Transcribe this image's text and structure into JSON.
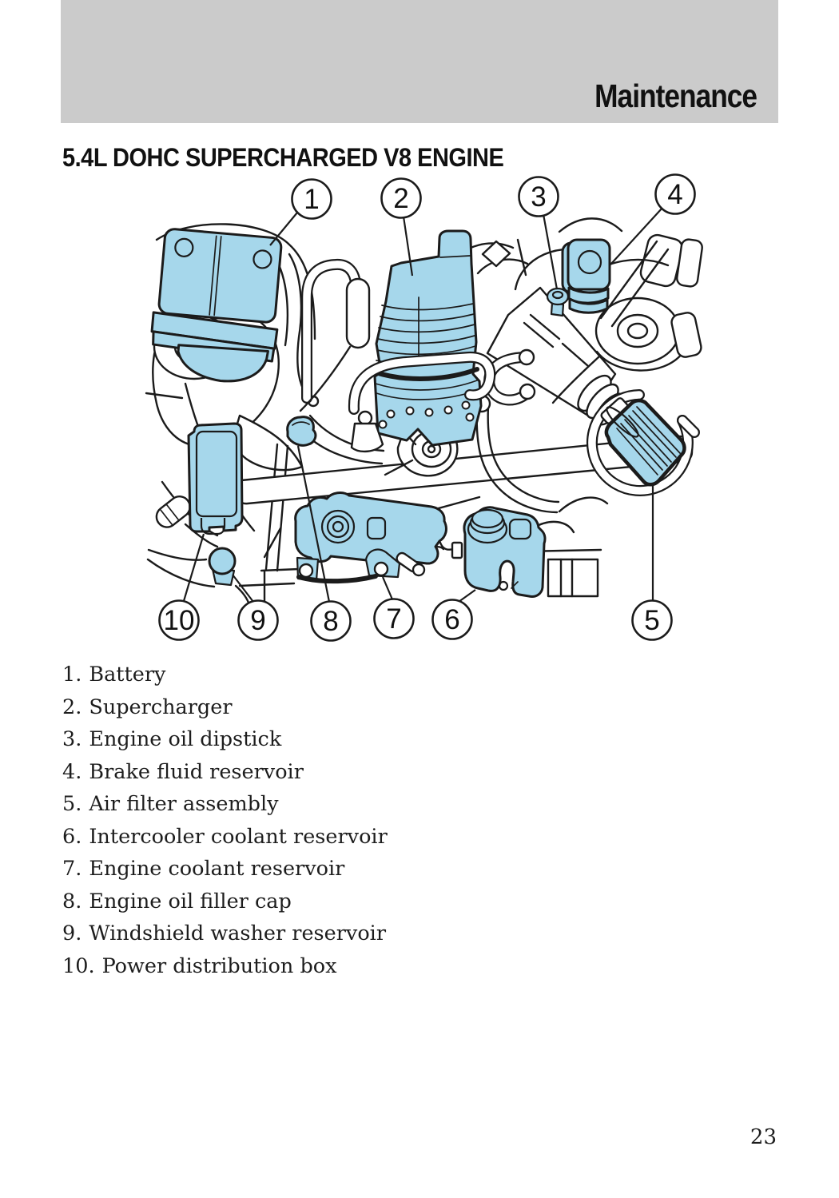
{
  "theme": {
    "highlight": "#a6d7eb",
    "line": "#1b1b1b",
    "band": "#cbcbcb",
    "ink": "#111111",
    "paper": "#ffffff"
  },
  "header": {
    "title": "Maintenance"
  },
  "section": {
    "heading": "5.4L DOHC SUPERCHARGED V8 ENGINE"
  },
  "diagram": {
    "callouts": [
      {
        "n": "1"
      },
      {
        "n": "2"
      },
      {
        "n": "3"
      },
      {
        "n": "4"
      },
      {
        "n": "5"
      },
      {
        "n": "6"
      },
      {
        "n": "7"
      },
      {
        "n": "8"
      },
      {
        "n": "9"
      },
      {
        "n": "10"
      }
    ]
  },
  "legend": {
    "items": [
      {
        "marker": "1.",
        "label": "Battery"
      },
      {
        "marker": "2.",
        "label": "Supercharger"
      },
      {
        "marker": "3.",
        "label": "Engine oil dipstick"
      },
      {
        "marker": "4.",
        "label": "Brake fluid reservoir"
      },
      {
        "marker": "5.",
        "label": "Air filter assembly"
      },
      {
        "marker": "6.",
        "label": "Intercooler coolant reservoir"
      },
      {
        "marker": "7.",
        "label": "Engine coolant reservoir"
      },
      {
        "marker": "8.",
        "label": "Engine oil filler cap"
      },
      {
        "marker": "9.",
        "label": "Windshield washer reservoir"
      },
      {
        "marker": "10.",
        "label": "Power distribution box"
      }
    ]
  },
  "footer": {
    "page_number": "23"
  }
}
